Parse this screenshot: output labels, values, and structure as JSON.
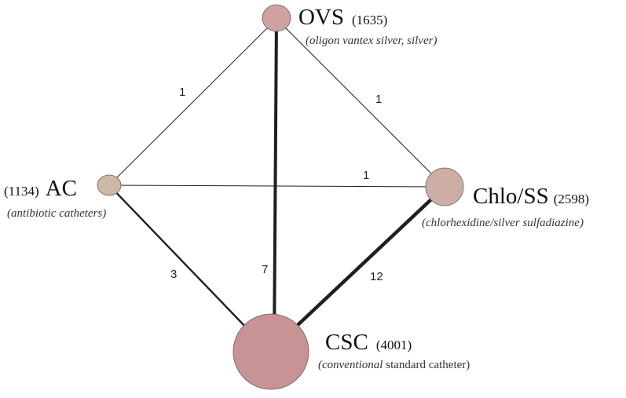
{
  "nodes": {
    "ovs": {
      "abbr": "OVS",
      "count": "(1635)",
      "description": "(oligon vantex silver, silver)",
      "color": "#cfa1a1"
    },
    "ac": {
      "abbr": "AC",
      "count": "(1134)",
      "description": "(antibiotic catheters)",
      "color": "#cdb8a4"
    },
    "chlo": {
      "abbr": "Chlo/SS",
      "count": "(2598)",
      "description": "(chlorhexidine/silver sulfadiazine)",
      "color": "#cdaea5"
    },
    "csc": {
      "abbr": "CSC",
      "count": "(4001)",
      "description_italic": "(conventional",
      "description_rest": " standard catheter)",
      "color": "#c99396"
    }
  },
  "edges": {
    "ovs_ac": "1",
    "ovs_chlo": "1",
    "ac_chlo": "1",
    "ac_csc": "3",
    "ovs_csc": "7",
    "chlo_csc": "12"
  }
}
